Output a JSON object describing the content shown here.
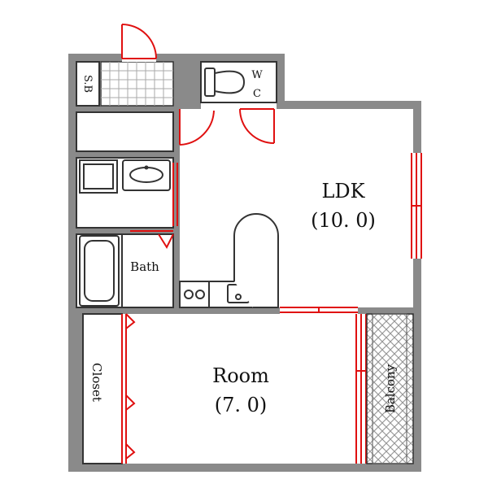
{
  "floor_plan": {
    "rooms": {
      "ldk": {
        "name": "LDK",
        "size": "(10. 0)"
      },
      "room": {
        "name": "Room",
        "size": "(7. 0)"
      },
      "bath": {
        "name": "Bath"
      },
      "wc": {
        "line1": "W",
        "line2": "C"
      },
      "shoe_box": {
        "name": "S.B"
      },
      "closet": {
        "name": "Closet"
      },
      "balcony": {
        "name": "Balcony"
      }
    },
    "colors": {
      "wall": "#8a8a8a",
      "opening": "#e01010",
      "line": "#333333"
    }
  }
}
